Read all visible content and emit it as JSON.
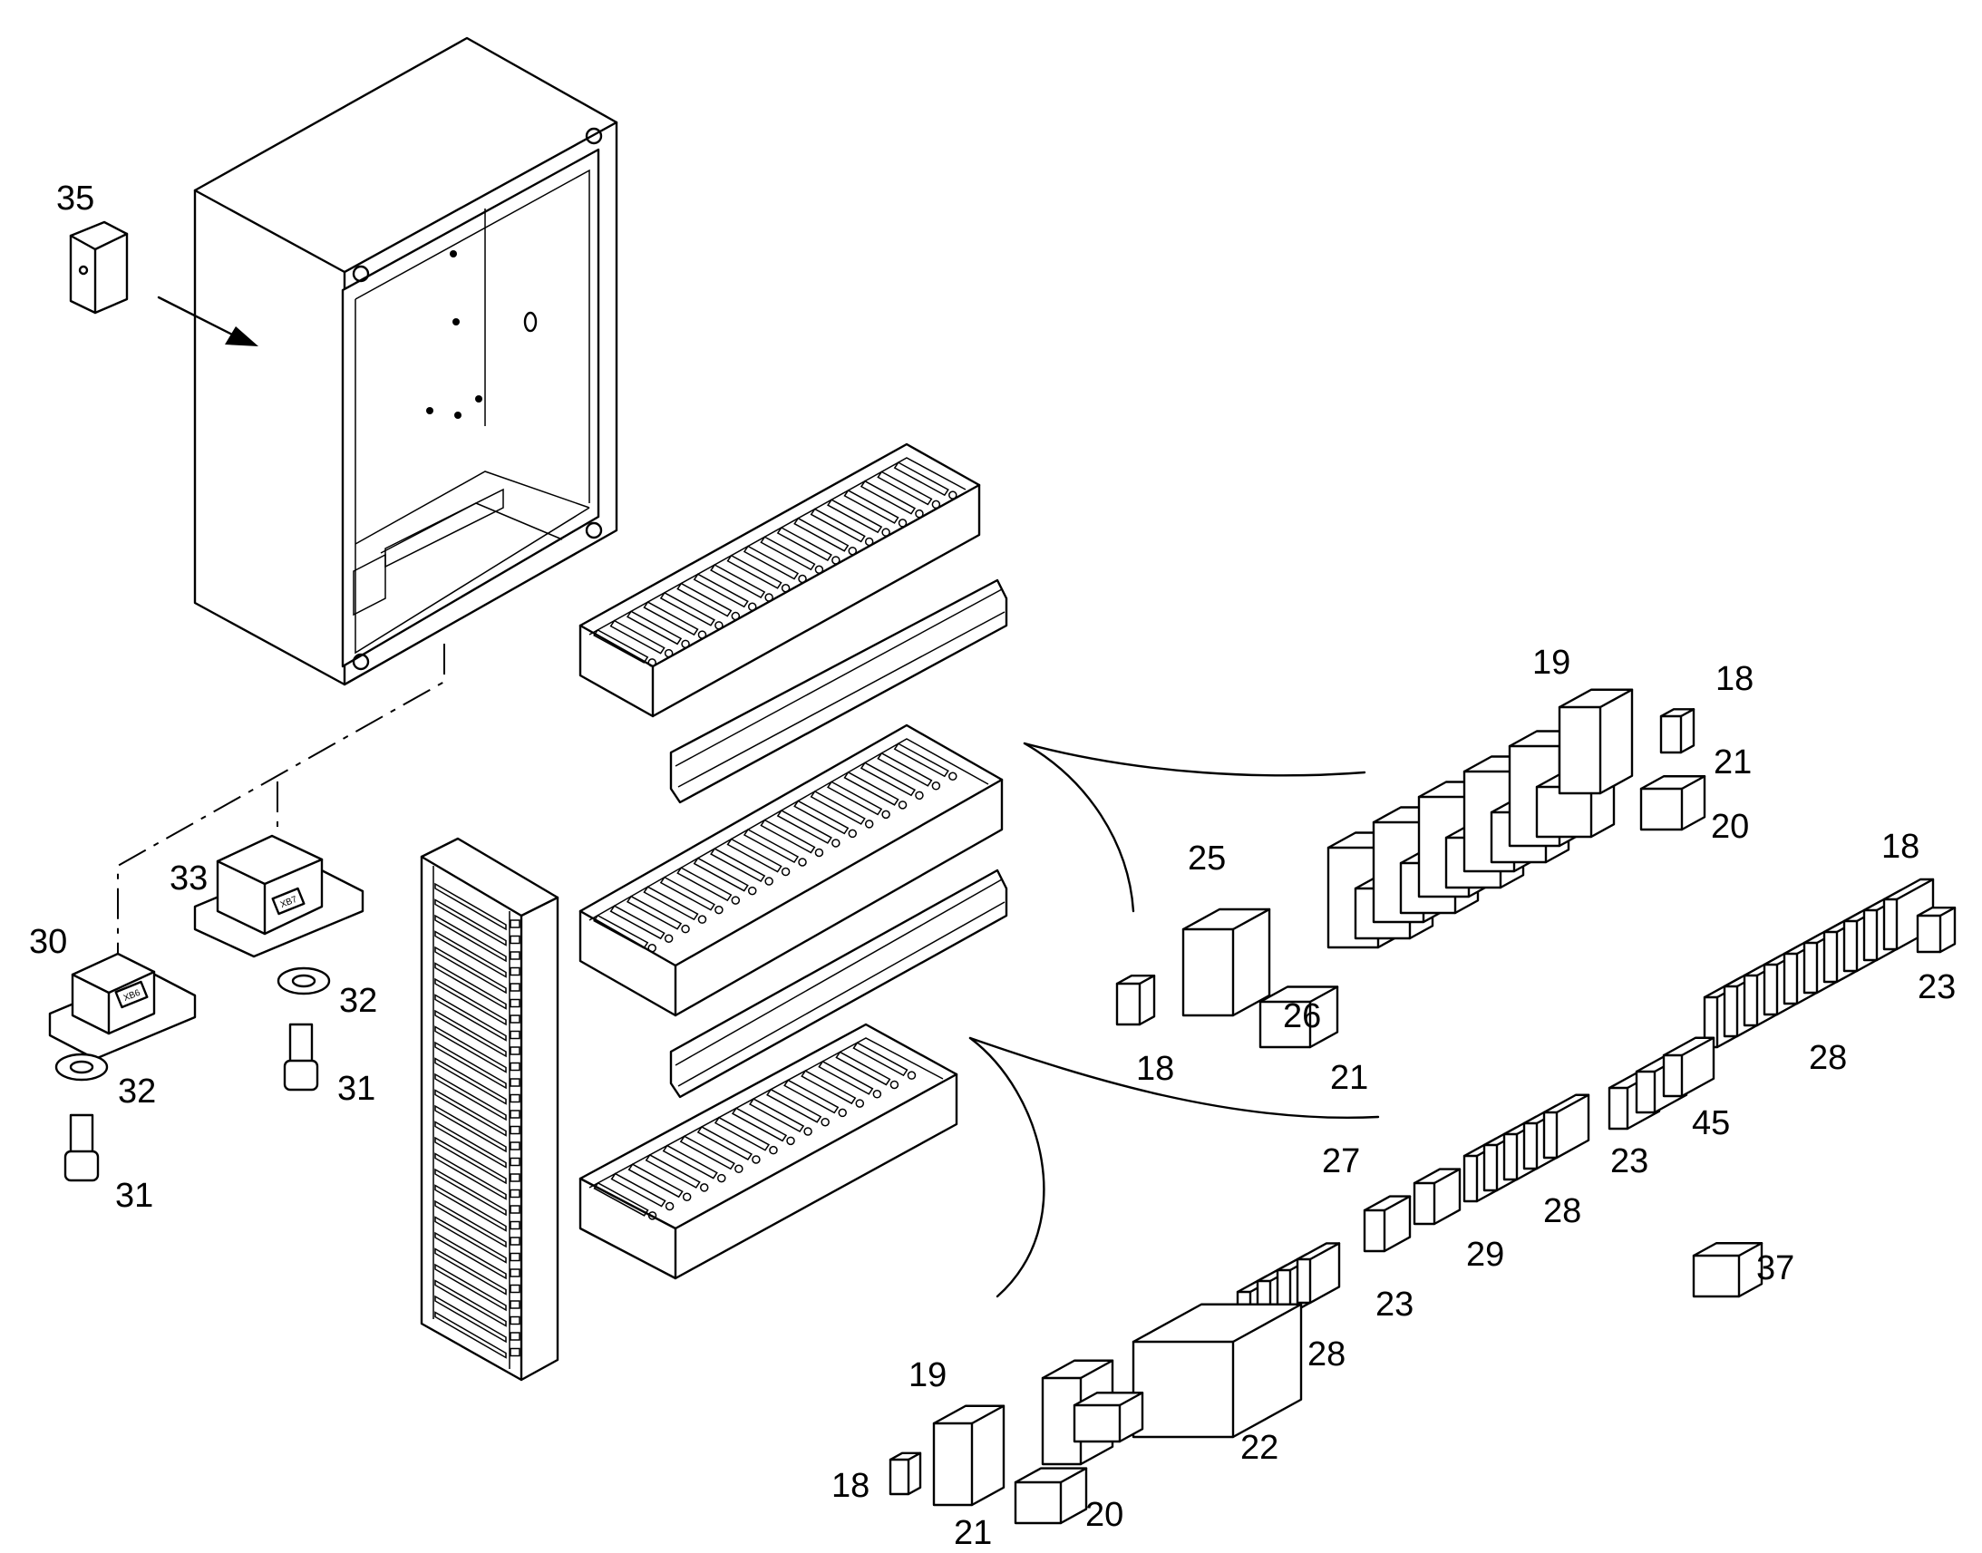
{
  "diagram": {
    "type": "exploded parts drawing",
    "callouts": [
      {
        "id": "c35",
        "text": "35"
      },
      {
        "id": "c19a",
        "text": "19"
      },
      {
        "id": "c18a",
        "text": "18"
      },
      {
        "id": "c21a",
        "text": "21"
      },
      {
        "id": "c20a",
        "text": "20"
      },
      {
        "id": "c25",
        "text": "25"
      },
      {
        "id": "c18b",
        "text": "18"
      },
      {
        "id": "c26",
        "text": "26"
      },
      {
        "id": "c21b",
        "text": "21"
      },
      {
        "id": "c18c",
        "text": "18"
      },
      {
        "id": "c23a",
        "text": "23"
      },
      {
        "id": "c28a",
        "text": "28"
      },
      {
        "id": "c45",
        "text": "45"
      },
      {
        "id": "c23b",
        "text": "23"
      },
      {
        "id": "c27",
        "text": "27"
      },
      {
        "id": "c28b",
        "text": "28"
      },
      {
        "id": "c29",
        "text": "29"
      },
      {
        "id": "c23c",
        "text": "23"
      },
      {
        "id": "c37",
        "text": "37"
      },
      {
        "id": "c28c",
        "text": "28"
      },
      {
        "id": "c22",
        "text": "22"
      },
      {
        "id": "c19b",
        "text": "19"
      },
      {
        "id": "c18d",
        "text": "18"
      },
      {
        "id": "c21c",
        "text": "21"
      },
      {
        "id": "c20b",
        "text": "20"
      },
      {
        "id": "c33",
        "text": "33"
      },
      {
        "id": "c30",
        "text": "30"
      },
      {
        "id": "c32a",
        "text": "32"
      },
      {
        "id": "c32b",
        "text": "32"
      },
      {
        "id": "c31a",
        "text": "31"
      },
      {
        "id": "c31b",
        "text": "31"
      }
    ],
    "connector_labels": {
      "c30": "XB6",
      "c33": "XB7"
    }
  }
}
